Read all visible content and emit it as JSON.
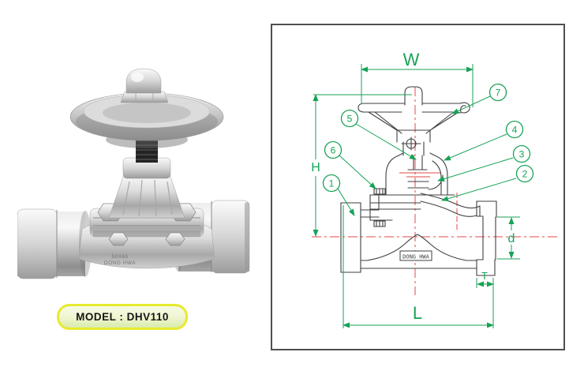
{
  "page": {
    "background": "#ffffff"
  },
  "photo": {
    "description": "stainless steel diaphragm valve product photo",
    "embossed_line1": "50X65",
    "embossed_line2": "DONG HWA"
  },
  "model_badge": {
    "text": "MODEL : DHV110"
  },
  "drawing": {
    "nameplate": "DONG HWA",
    "dims": {
      "w": "W",
      "h": "H",
      "l": "L",
      "d": "d",
      "t": "T"
    },
    "callouts": [
      {
        "n": "1"
      },
      {
        "n": "2"
      },
      {
        "n": "3"
      },
      {
        "n": "4"
      },
      {
        "n": "5"
      },
      {
        "n": "6"
      },
      {
        "n": "7"
      }
    ],
    "colors": {
      "dimension_green": "#18a257",
      "centerline_red": "#e24a4a",
      "outline_gray": "#3f3f3f",
      "border_gray": "#4f4f4f",
      "badge_yellow": "#e7ea2e"
    }
  }
}
